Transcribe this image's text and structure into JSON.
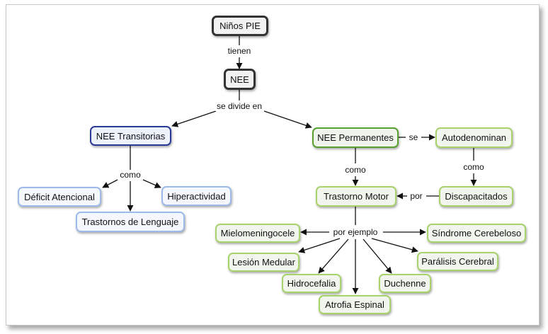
{
  "nodes": {
    "ninos_pie": "Niños PIE",
    "nee": "NEE",
    "nee_transitorias": "NEE Transitorias",
    "deficit_atencional": "Déficit Atencional",
    "trastornos_lenguaje": "Trastornos de Lenguaje",
    "hiperactividad": "Hiperactividad",
    "nee_permanentes": "NEE Permanentes",
    "autodenominan": "Autodenominan",
    "discapacitados": "Discapacitados",
    "trastorno_motor": "Trastorno Motor",
    "mielomeningocele": "Mielomeningocele",
    "sindrome_cerebeloso": "Síndrome Cerebeloso",
    "lesion_medular": "Lesión Medular",
    "paralisis_cerebral": "Parálisis Cerebral",
    "hidrocefalia": "Hidrocefalia",
    "duchenne": "Duchenne",
    "atrofia_espinal": "Atrofia Espinal"
  },
  "links": {
    "tienen": "tienen",
    "se_divide_en": "se divide en",
    "como_transitorias": "como",
    "se": "se",
    "como_permanentes": "como",
    "como_autodenominan": "como",
    "por": "por",
    "por_ejemplo": "por ejemplo"
  }
}
